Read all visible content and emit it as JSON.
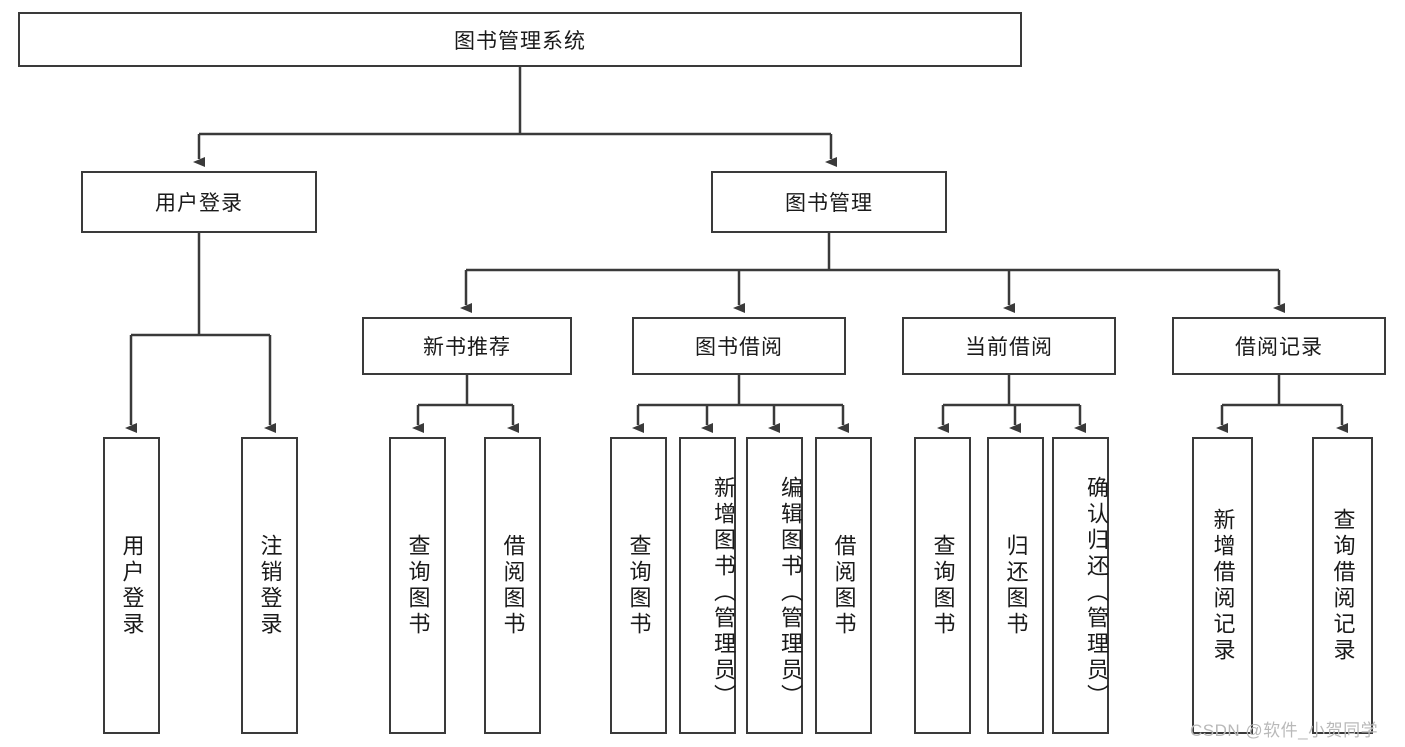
{
  "diagram": {
    "title": "图书管理系统",
    "style": {
      "stroke": "#3a3a3a",
      "fill": "#ffffff",
      "text": "#1a1a1a",
      "watermark_color": "#b9b9b9"
    },
    "root": {
      "label": "图书管理系统"
    },
    "level2": [
      {
        "label": "用户登录"
      },
      {
        "label": "图书管理"
      }
    ],
    "level3": [
      {
        "label": "新书推荐"
      },
      {
        "label": "图书借阅"
      },
      {
        "label": "当前借阅"
      },
      {
        "label": "借阅记录"
      }
    ],
    "leaves": {
      "user_login": [
        {
          "label": "用户登录"
        },
        {
          "label": "注销登录"
        }
      ],
      "new_book_recommend": [
        {
          "label": "查询图书"
        },
        {
          "label": "借阅图书"
        }
      ],
      "book_borrow": [
        {
          "label": "查询图书"
        },
        {
          "label": "新增图书（管理员）"
        },
        {
          "label": "编辑图书（管理员）"
        },
        {
          "label": "借阅图书"
        }
      ],
      "current_borrow": [
        {
          "label": "查询图书"
        },
        {
          "label": "归还图书"
        },
        {
          "label": "确认归还（管理员）"
        }
      ],
      "borrow_record": [
        {
          "label": "新增借阅记录"
        },
        {
          "label": "查询借阅记录"
        }
      ]
    }
  },
  "watermark": {
    "text": "CSDN @软件_小贺同学"
  }
}
